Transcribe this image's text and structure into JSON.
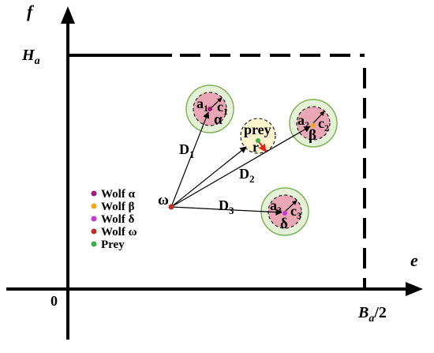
{
  "axes": {
    "y_label": "f",
    "x_label": "e",
    "origin": "0",
    "h_label_main": "H",
    "h_label_sub": "a",
    "b_label_main": "B",
    "b_label_sub": "a",
    "b_label_suffix": "/2"
  },
  "distances": {
    "d1_main": "D",
    "d1_sub": "1",
    "d2_main": "D",
    "d2_sub": "2",
    "d3_main": "D",
    "d3_sub": "3"
  },
  "wolves": [
    {
      "id": "alpha",
      "letter": "α",
      "a_main": "a",
      "a_sub": "1",
      "c_main": "c",
      "c_sub": "1"
    },
    {
      "id": "beta",
      "letter": "β",
      "a_main": "a",
      "a_sub": "2",
      "c_main": "c",
      "c_sub": "2"
    },
    {
      "id": "delta",
      "letter": "δ",
      "a_main": "a",
      "a_sub": "3",
      "c_main": "c",
      "c_sub": "3"
    }
  ],
  "omega_label": "ω",
  "prey": {
    "label": "prey",
    "r_label": "r"
  },
  "legend": [
    {
      "label": "Wolf α",
      "color": "#9a1f7a"
    },
    {
      "label": "Wolf β",
      "color": "#f0a81c"
    },
    {
      "label": "Wolf δ",
      "color": "#c43ad1"
    },
    {
      "label": "Wolf ω",
      "color": "#b8322a"
    },
    {
      "label": "Prey",
      "color": "#3fae49"
    }
  ],
  "colors": {
    "outer_ring": "#e5f1d6",
    "outer_ring_stroke": "#7fb35a",
    "inner_fill": "#e9a7b5",
    "prey_fill": "#fbf4cf",
    "r_arrow": "#e0241b"
  }
}
